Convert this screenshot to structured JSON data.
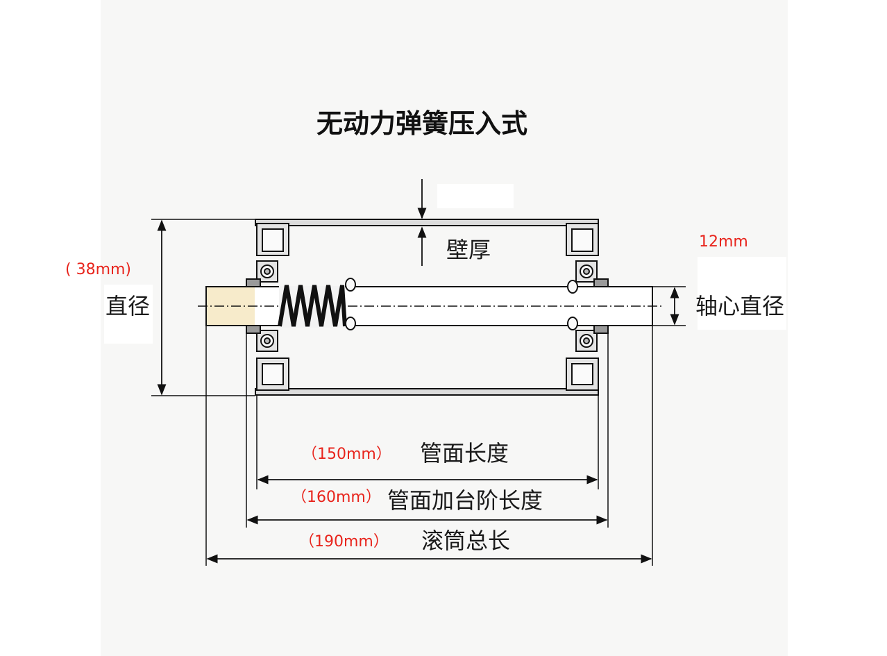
{
  "title": "无动力弹簧压入式",
  "labels": {
    "wall_thickness": "壁厚",
    "diameter": "直径",
    "shaft_diameter": "轴心直径",
    "tube_face_length": "管面长度",
    "tube_face_step_length": "管面加台阶长度",
    "roller_total_length": "滚筒总长"
  },
  "dimensions": {
    "wall_thickness_value": "12mm",
    "diameter_value": "( 38mm)",
    "tube_face_length_value": "（150mm）",
    "tube_face_step_length_value": "（160mm）",
    "roller_total_length_value": "（190mm）"
  },
  "colors": {
    "dimension_text": "#e8241c",
    "line": "#111111",
    "part_fill": "#e4e4e4",
    "background": "#f7f7f6"
  }
}
